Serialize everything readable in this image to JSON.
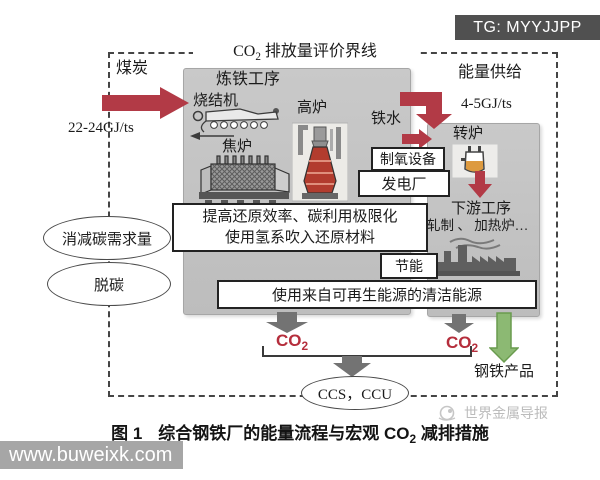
{
  "badge": {
    "label": "TG: MYYJJPP"
  },
  "boundary": {
    "title_co": "CO",
    "title_sub": "2",
    "title_rest": " 排放量评价界线"
  },
  "inputs": {
    "coal_label": "煤炭",
    "coal_energy": "22-24GJ/ts",
    "energy_supply_label": "能量供给",
    "energy_supply_value": "4-5GJ/ts"
  },
  "ironmaking": {
    "title": "炼铁工序",
    "sinter_label": "烧结机",
    "coke_label": "焦炉",
    "blast_furnace_label": "高炉",
    "hot_metal_label": "铁水"
  },
  "steelmaking": {
    "converter_label": "转炉",
    "downstream_title": "下游工序",
    "downstream_detail": "轧制 、 加热炉…"
  },
  "side_units": {
    "oxygen_plant": "制氧设备",
    "power_plant": "发电厂"
  },
  "measures": {
    "reduce_carbon_demand": "消减碳需求量",
    "decarbonize": "脱碳",
    "improve_line1": "提高还原效率、碳利用极限化",
    "improve_line2": "使用氢系吹入还原材料",
    "energy_saving": "节能",
    "clean_energy": "使用来自可再生能源的清洁能源",
    "ccs_ccu": "CCS，CCU"
  },
  "outputs": {
    "co2": {
      "co": "CO",
      "sub": "2"
    },
    "steel_products": "钢铁产品"
  },
  "caption": {
    "number": "图 1",
    "text1": "综合钢铁厂的能量流程与宏观 CO",
    "sub": "2",
    "text2": " 减排措施"
  },
  "watermark": {
    "source": "世界金属导报"
  },
  "footer": {
    "url": "www.buweixk.com"
  },
  "colors": {
    "arrow_red": "#b23a46",
    "co2_red": "#b52e3c",
    "arrow_gray": "#737373",
    "arrow_green": "#8cb973",
    "box_gray": "#c3c3c3"
  }
}
